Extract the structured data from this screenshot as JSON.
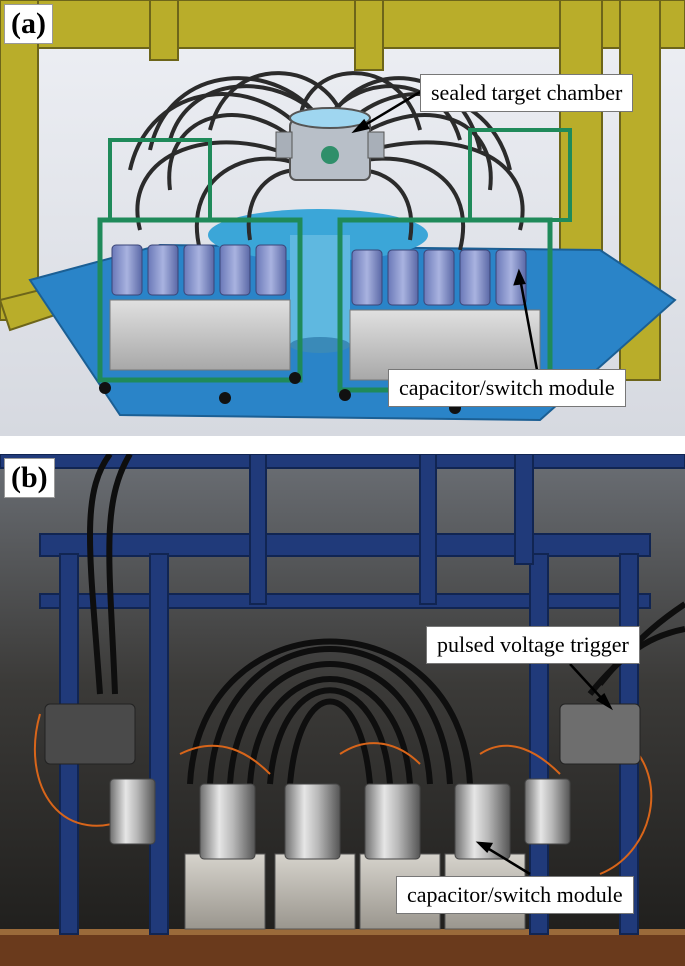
{
  "panel_a": {
    "label": "(a)",
    "callouts": {
      "target_chamber": "sealed target chamber",
      "capacitor_module": "capacitor/switch module"
    }
  },
  "panel_b": {
    "label": "(b)",
    "callouts": {
      "trigger": "pulsed voltage trigger",
      "capacitor_module": "capacitor/switch module"
    }
  }
}
